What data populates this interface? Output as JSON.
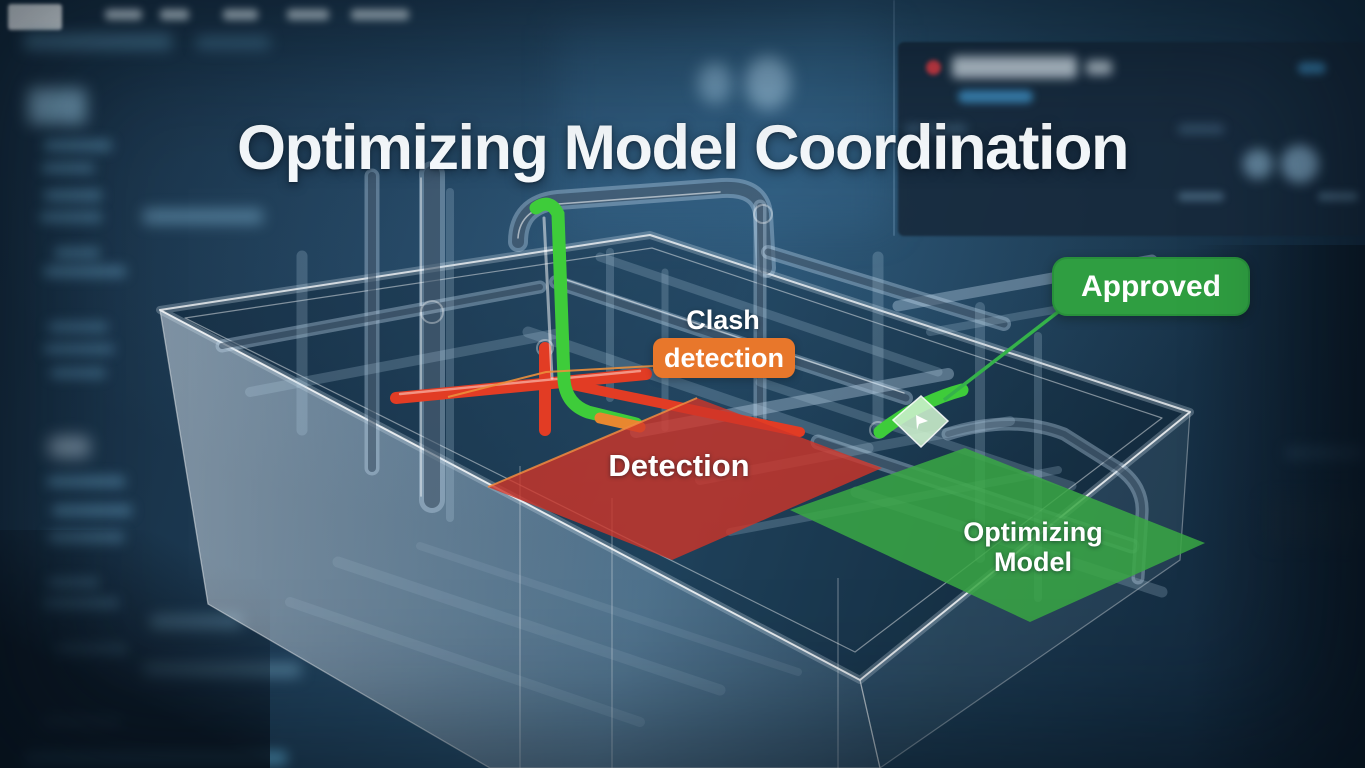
{
  "page": {
    "title": "Optimizing Model Coordination"
  },
  "model_labels": {
    "clash": "Clash",
    "clash_badge": "detection",
    "clash_zone": "Detection",
    "approved_badge": "Approved",
    "optimized_zone_line1": "Optimizing",
    "optimized_zone_line2": "Model"
  },
  "background_ui": {
    "description_visible_text": "",
    "blurred_elements": [
      "app-logo",
      "menu-items",
      "left-sidebar-list",
      "right-info-panel",
      "record-dot",
      "progress-pill",
      "gear-icons",
      "footer-bar"
    ]
  },
  "icons": {
    "record_dot": "red-circle",
    "gear_left": "blurred-circle",
    "gear_right": "blurred-circle",
    "selection_tag": "diamond-tag-with-cursor"
  },
  "colors": {
    "badge_orange": "#e8772b",
    "approved_green": "#2f9e41",
    "clash_zone_red": "#d03428",
    "optimized_zone_green": "#3aa844",
    "pipe_red": "#e23c24",
    "pipe_green": "#3ecc3a",
    "leader_green": "#35b24a",
    "leader_orange": "#eb8f3c",
    "background_navy": "#152a3d",
    "footer_bar_blue": "#5fb3dc"
  }
}
